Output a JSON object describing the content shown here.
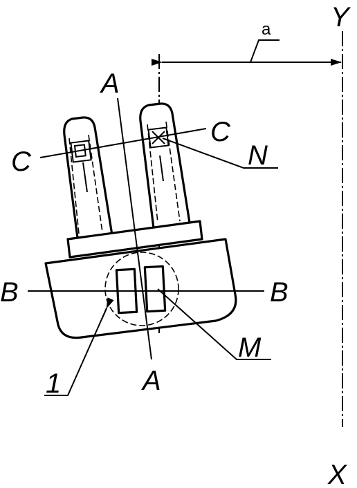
{
  "labels": {
    "y_axis": "Y",
    "x_axis": "X",
    "dimension": "a",
    "axis_a_top": "A",
    "axis_a_bottom": "A",
    "axis_b_left": "B",
    "axis_b_right": "B",
    "axis_c_left": "C",
    "axis_c_right": "C",
    "point_n": "N",
    "point_m": "M",
    "item_1": "1"
  },
  "colors": {
    "line": "#000000",
    "background": "#ffffff"
  }
}
